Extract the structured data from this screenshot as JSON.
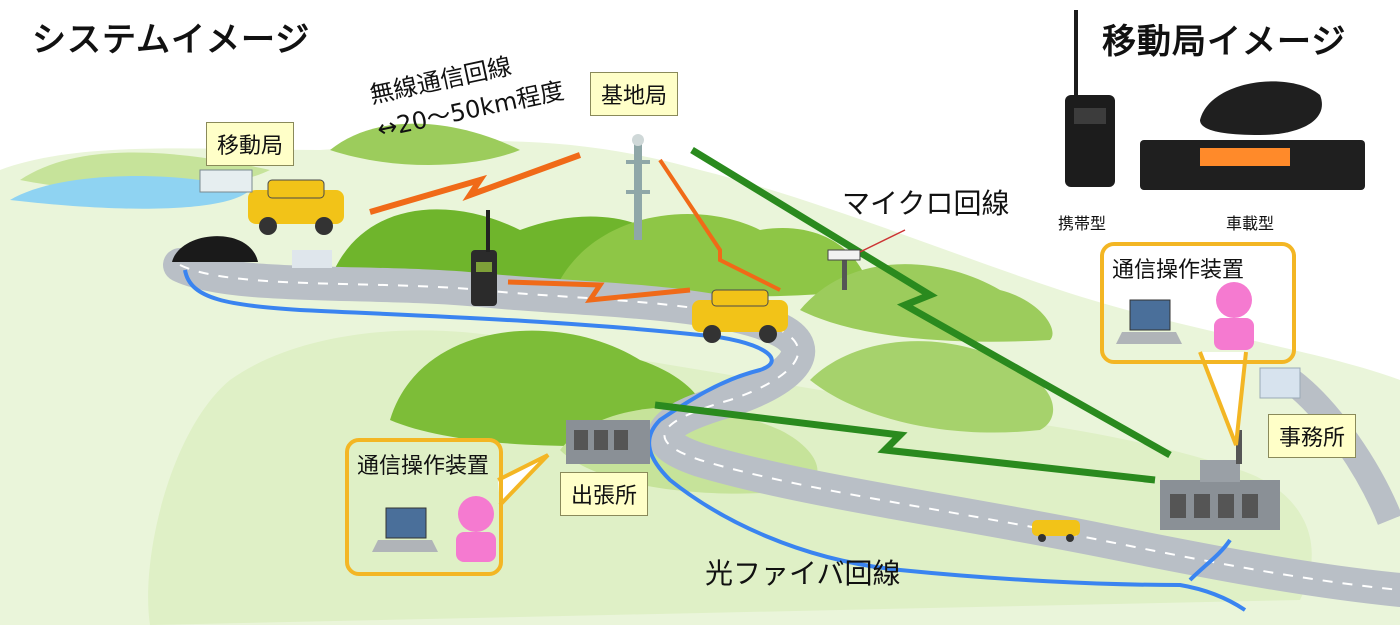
{
  "titles": {
    "system": "システムイメージ",
    "mobile": "移動局イメージ"
  },
  "labels": {
    "mobile_station": "移動局",
    "base_station": "基地局",
    "radio_line_1": "無線通信回線",
    "radio_line_2": "↔20～50km程度",
    "microwave": "マイクロ回線",
    "fiber": "光ファイバ回線",
    "branch_office": "出張所",
    "office": "事務所",
    "handheld": "携帯型",
    "vehicle": "車載型",
    "console_right": "通信操作装置",
    "console_left": "通信操作装置"
  },
  "colors": {
    "hill_light": "#c6e39a",
    "hill_dark": "#6fb52c",
    "road": "#b9bfc6",
    "fiber": "#3a84f0",
    "radio_orange": "#f06a18",
    "microwave_green": "#2a8a1e",
    "bubble_border": "#f3b624",
    "tag_fill": "#ffffc8",
    "operator_pink": "#f57ad0",
    "car_yellow": "#f2c318"
  }
}
